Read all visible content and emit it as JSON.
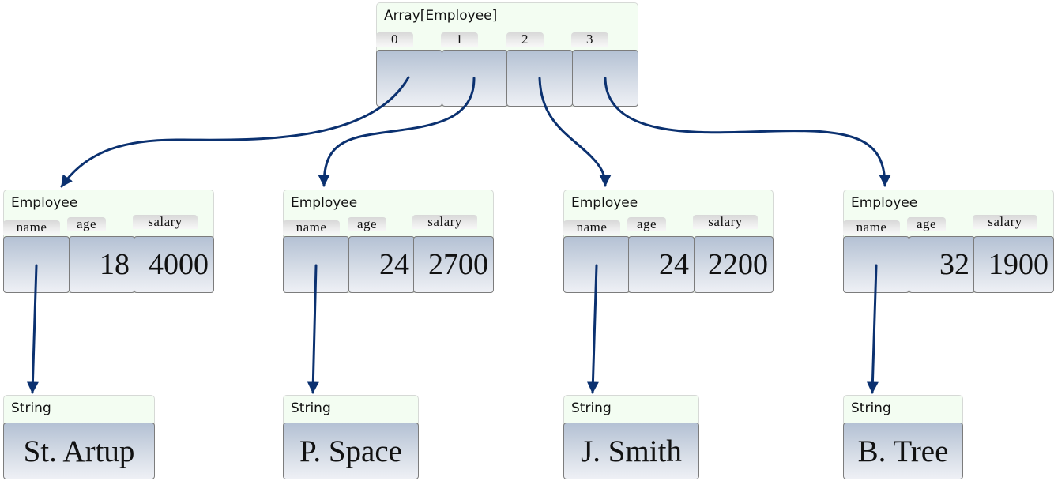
{
  "array": {
    "title": "Array[Employee]",
    "indices": [
      "0",
      "1",
      "2",
      "3"
    ]
  },
  "employees": [
    {
      "title": "Employee",
      "fields": {
        "name": "name",
        "age": "age",
        "salary": "salary"
      },
      "age": "18",
      "salary": "4000"
    },
    {
      "title": "Employee",
      "fields": {
        "name": "name",
        "age": "age",
        "salary": "salary"
      },
      "age": "24",
      "salary": "2700"
    },
    {
      "title": "Employee",
      "fields": {
        "name": "name",
        "age": "age",
        "salary": "salary"
      },
      "age": "24",
      "salary": "2200"
    },
    {
      "title": "Employee",
      "fields": {
        "name": "name",
        "age": "age",
        "salary": "salary"
      },
      "age": "32",
      "salary": "1900"
    }
  ],
  "strings": [
    {
      "title": "String",
      "value": "St. Artup"
    },
    {
      "title": "String",
      "value": "P. Space"
    },
    {
      "title": "String",
      "value": "J. Smith"
    },
    {
      "title": "String",
      "value": "B. Tree"
    }
  ],
  "colors": {
    "arrow": "#0b3170",
    "header_bg": "#f3fdf2",
    "cell_top": "#b4c1d4",
    "cell_bottom": "#eef0f5"
  }
}
